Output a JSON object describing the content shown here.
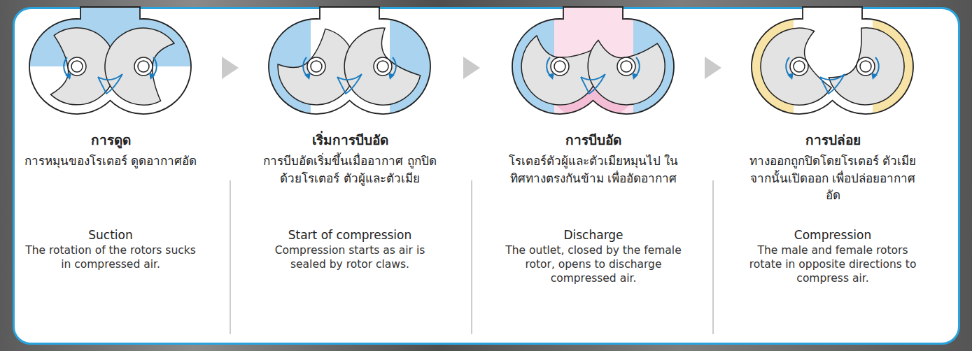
{
  "diagram": {
    "nodes": [
      {
        "text": [
          "การดูด",
          "การหมุนของโรเตอร์ ดูดอากาศอัด",
          "Suction",
          "The rotation of the rotors sucks in compressed air."
        ]
      },
      {
        "text": [
          "เริ่มการบีบอัด",
          "การบีบอัดเริ่มขึ้นเมื่ออากาศ ถูกปิดด้วยโรเตอร์ ตัวผู้และตัวเมีย",
          "Start of compression",
          "Compression starts as air is sealed by rotor claws."
        ]
      },
      {
        "text": [
          "การบีบอัด",
          "โรเตอร์ตัวผู้และตัวเมียหมุนไป ในทิศทางตรงกันข้าม เพื่ออัดอากาศ",
          "Discharge",
          "The outlet, closed by the female rotor, opens to discharge compressed air."
        ]
      },
      {
        "text": [
          "การปล่อย",
          "ทางออกถูกปิดโดยโรเตอร์ ตัวเมียจากนั้นเปิดออก เพื่อปล่อยอากาศอัด",
          "Compression",
          "The male and female rotors rotate in opposite directions to compress air."
        ]
      }
    ],
    "edges": [
      {
        "from": 0,
        "to": 1,
        "arrow": "to"
      },
      {
        "from": 1,
        "to": 2,
        "arrow": "to"
      },
      {
        "from": 2,
        "to": 3,
        "arrow": "to"
      }
    ]
  }
}
